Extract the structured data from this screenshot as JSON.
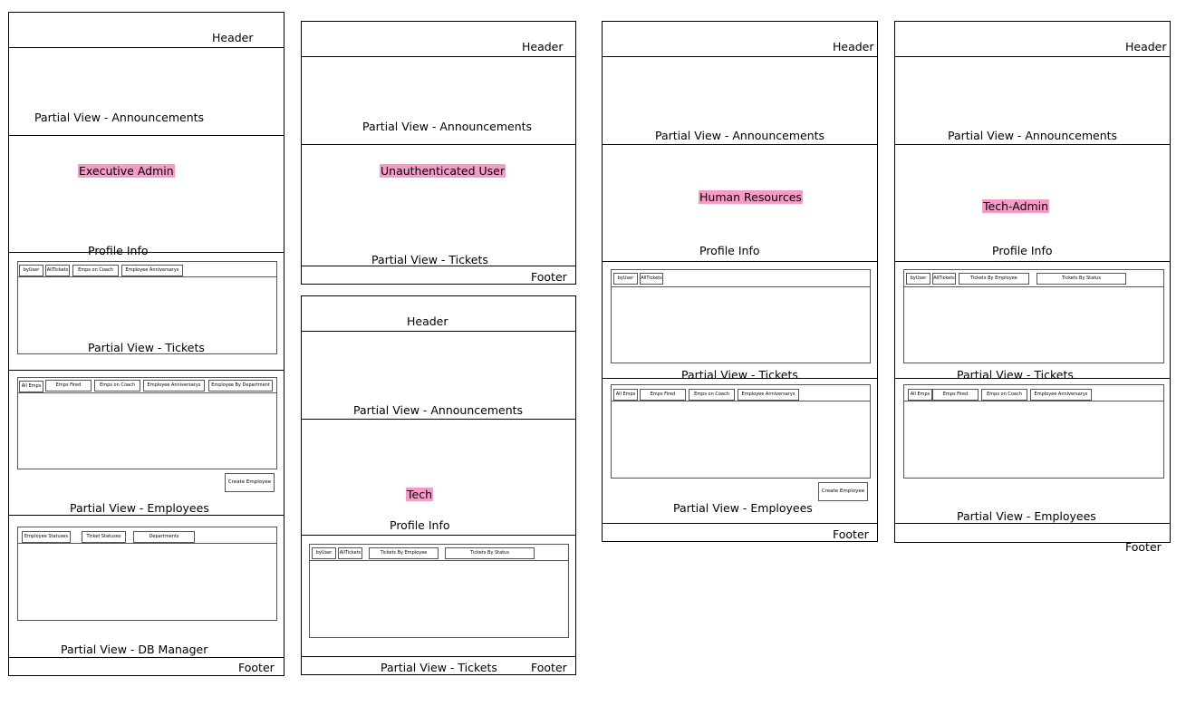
{
  "col1": {
    "header": "Header",
    "announcements": "Partial View - Announcements",
    "role": "Executive Admin",
    "profile": "Profile Info",
    "tickets_tabs": [
      "byUser",
      "AllTickets",
      "Emps on Coach",
      "Employee Anniversarys"
    ],
    "tickets": "Partial View - Tickets",
    "employees_tabs": [
      "All Emps",
      "Emps Fired",
      "Emps on Coach",
      "Employee Anniversarys",
      "Employee By Department"
    ],
    "create_employee": "Create Employee",
    "employees": "Partial View - Employees",
    "db_tabs": [
      "Employee Statuses",
      "Ticket Statuses",
      "Departments"
    ],
    "db_manager": "Partial View - DB Manager",
    "footer": "Footer"
  },
  "col2a": {
    "header": "Header",
    "announcements": "Partial View - Announcements",
    "role": "Unauthenticated User",
    "tickets": "Partial View - Tickets",
    "footer": "Footer"
  },
  "col2b": {
    "header": "Header",
    "announcements": "Partial View - Announcements",
    "role": "Tech",
    "profile": "Profile Info",
    "tickets_tabs": [
      "byUser",
      "AllTickets",
      "Tickets By Employee",
      "Tickets By Status"
    ],
    "tickets": "Partial View - Tickets",
    "footer": "Footer"
  },
  "col3": {
    "header": "Header",
    "announcements": "Partial View - Announcements",
    "role": "Human Resources",
    "profile": "Profile Info",
    "tickets_tabs": [
      "byUser",
      "AllTickets"
    ],
    "tickets": "Partial View - Tickets",
    "employees_tabs": [
      "All Emps",
      "Emps Fired",
      "Emps on Coach",
      "Employee Anniversarys"
    ],
    "create_employee": "Create Employee",
    "employees": "Partial View - Employees",
    "footer": "Footer"
  },
  "col4": {
    "header": "Header",
    "announcements": "Partial View - Announcements",
    "role": "Tech-Admin",
    "profile": "Profile Info",
    "tickets_tabs": [
      "byUser",
      "AllTickets",
      "Tickets By Employee",
      "Tickets By Status"
    ],
    "tickets": "Partial View - Tickets",
    "employees_tabs": [
      "All Emps",
      "Emps Fired",
      "Emps on Coach",
      "Employee Anniversarys"
    ],
    "employees": "Partial View - Employees",
    "footer": "Footer"
  },
  "colors": {
    "role_highlight": "#f59bc8"
  }
}
